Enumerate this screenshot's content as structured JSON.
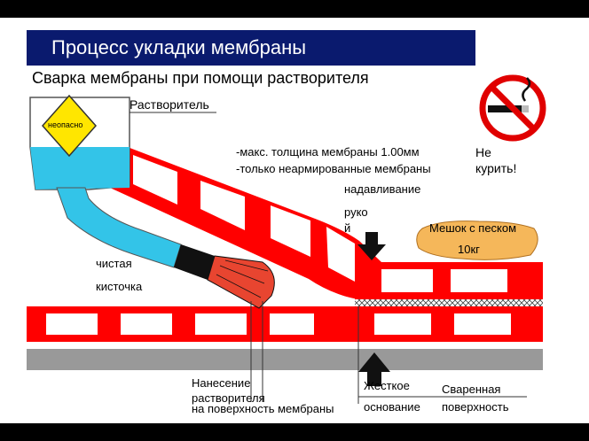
{
  "title": "Процесс укладки мембраны",
  "subtitle": "Сварка мембраны при помощи растворителя",
  "solvent_label": "Растворитель",
  "hazard_label": "неопасно",
  "no_smoking_label_1": "Не",
  "no_smoking_label_2": "курить!",
  "spec_line_1": "-макс. толщина мембраны 1.00мм",
  "spec_line_2": "-только неармированные мембраны",
  "press_label_1": "надавливание",
  "press_label_2": "руко",
  "press_label_3": "й",
  "sandbag_label_1": "Мешок с песком",
  "sandbag_label_2": "10кг",
  "brush_label_1": "чистая",
  "brush_label_2": "кисточка",
  "apply_label_1": "Нанесение",
  "apply_label_2": "растворителя",
  "apply_label_3": "на поверхность мембраны",
  "base_label_1": "Жесткое",
  "base_label_2": "основание",
  "welded_label_1": "Сваренная",
  "welded_label_2": "поверхность",
  "colors": {
    "title_bg": "#0a1a6e",
    "membrane_red": "#ff0000",
    "liquid": "#33c4e8",
    "sandbag": "#f5b75a",
    "hazard": "#ffe600",
    "base_grey": "#999999"
  }
}
